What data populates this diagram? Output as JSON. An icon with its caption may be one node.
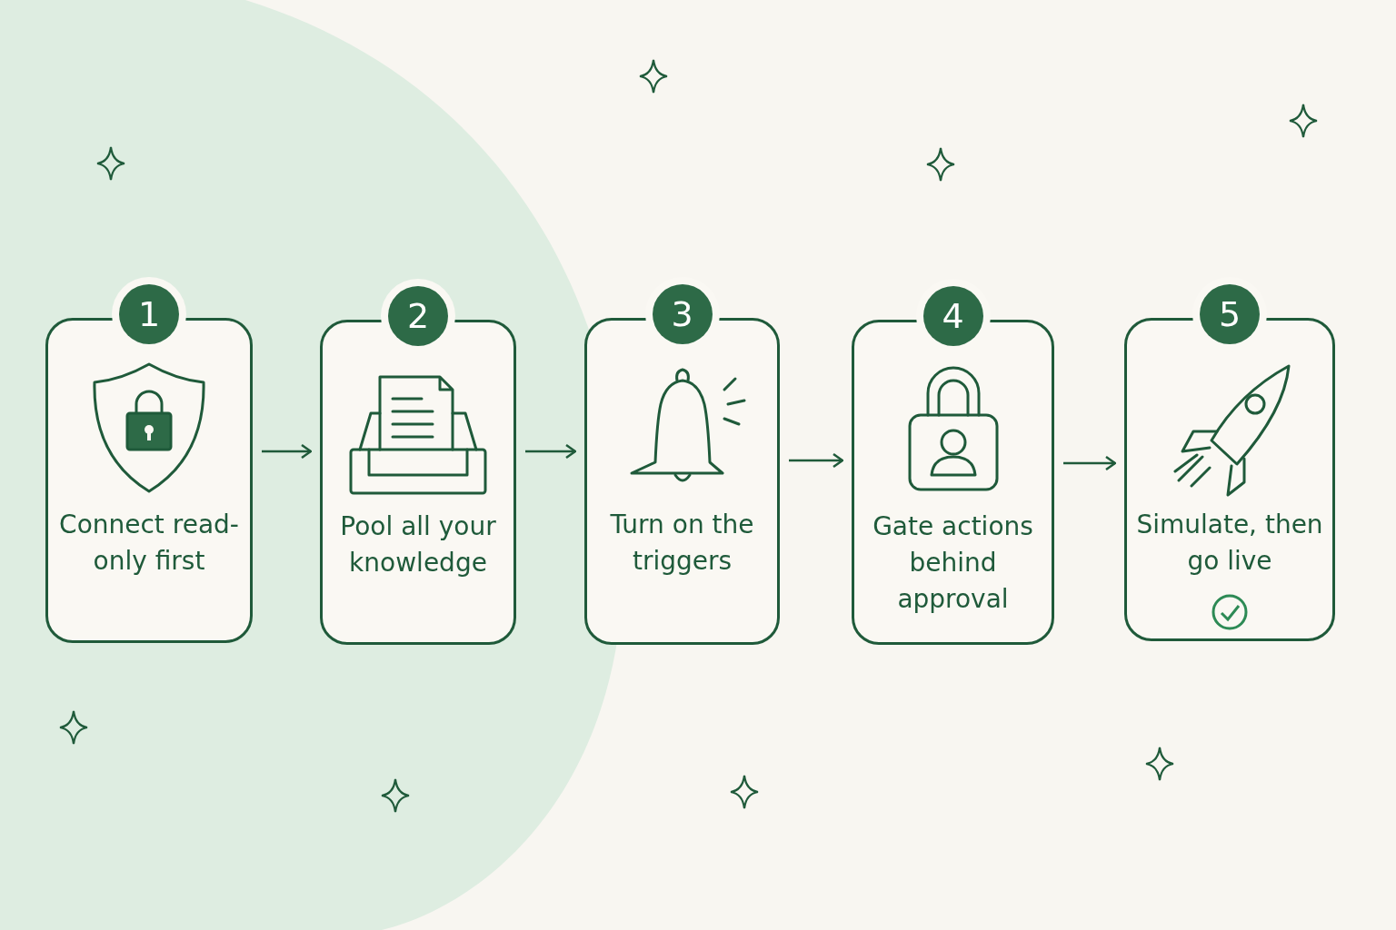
{
  "diagram": {
    "nodes": [
      {
        "text": [
          "1",
          "Connect read-only first"
        ]
      },
      {
        "text": [
          "2",
          "Pool all your knowledge"
        ]
      },
      {
        "text": [
          "3",
          "Turn on the triggers"
        ]
      },
      {
        "text": [
          "4",
          "Gate actions behind approval"
        ]
      },
      {
        "text": [
          "5",
          "Simulate, then go live"
        ]
      }
    ],
    "edges": [
      {
        "from": 0,
        "to": 1,
        "arrow": "to"
      },
      {
        "from": 1,
        "to": 2,
        "arrow": "to"
      },
      {
        "from": 2,
        "to": 3,
        "arrow": "to"
      },
      {
        "from": 3,
        "to": 4,
        "arrow": "to"
      }
    ]
  }
}
